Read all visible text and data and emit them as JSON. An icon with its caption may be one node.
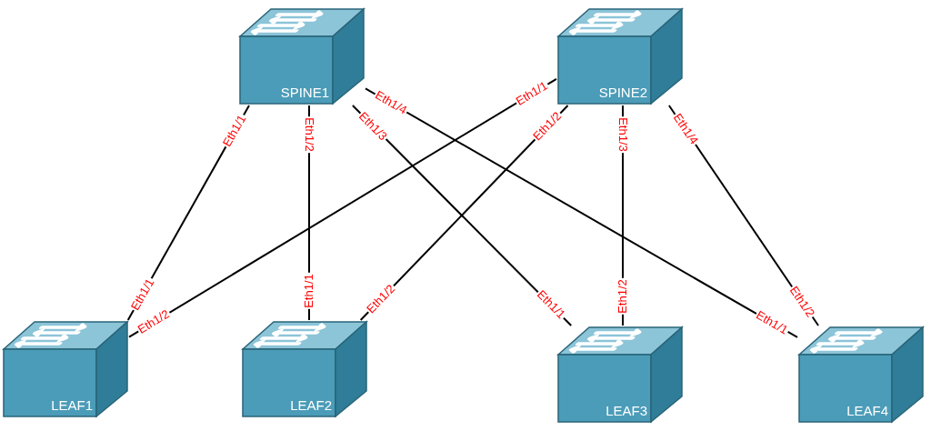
{
  "diagram": {
    "nodes": [
      {
        "text": [
          "SPINE1"
        ]
      },
      {
        "text": [
          "SPINE2"
        ]
      },
      {
        "text": [
          "LEAF1"
        ]
      },
      {
        "text": [
          "LEAF2"
        ]
      },
      {
        "text": [
          "LEAF3"
        ]
      },
      {
        "text": [
          "LEAF4"
        ]
      }
    ],
    "edges": [
      {
        "from": 0,
        "to": 2,
        "arrow": "none"
      },
      {
        "from": 0,
        "to": 3,
        "arrow": "none"
      },
      {
        "from": 0,
        "to": 4,
        "arrow": "none"
      },
      {
        "from": 0,
        "to": 5,
        "arrow": "none"
      },
      {
        "from": 1,
        "to": 2,
        "arrow": "none"
      },
      {
        "from": 1,
        "to": 3,
        "arrow": "none"
      },
      {
        "from": 1,
        "to": 4,
        "arrow": "none"
      },
      {
        "from": 1,
        "to": 5,
        "arrow": "none"
      }
    ],
    "labels": [
      "Eth1/1",
      "Eth1/1",
      "Eth1/2",
      "Eth1/1",
      "Eth1/3",
      "Eth1/1",
      "Eth1/4",
      "Eth1/1",
      "Eth1/1",
      "Eth1/2",
      "Eth1/2",
      "Eth1/2",
      "Eth1/3",
      "Eth1/2",
      "Eth1/4",
      "Eth1/2"
    ]
  }
}
